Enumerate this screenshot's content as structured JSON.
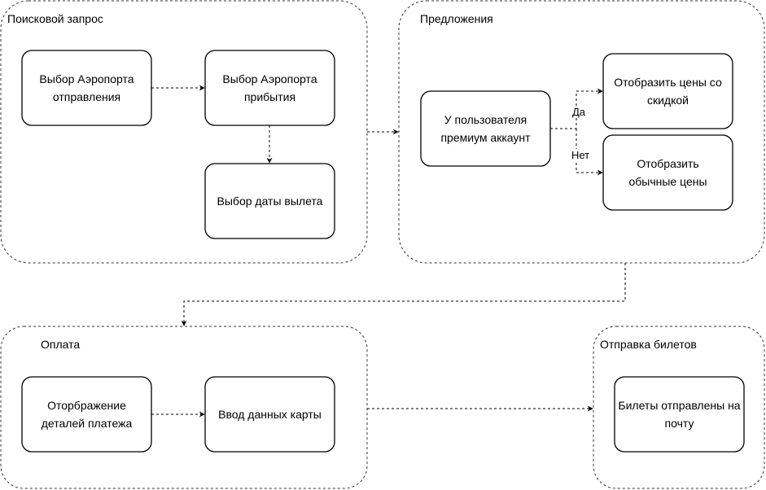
{
  "groups": {
    "search": {
      "title": "Поисковой запрос"
    },
    "offers": {
      "title": "Предложения"
    },
    "payment": {
      "title": "Оплата"
    },
    "delivery": {
      "title": "Отправка билетов"
    }
  },
  "nodes": {
    "departure_airport": "Выбор Аэропорта отправления",
    "arrival_airport": "Выбор Аэропорта прибытия",
    "departure_date": "Выбор даты вылета",
    "premium_check": "У пользователя премиум аккаунт",
    "discount_prices": "Отобразить цены со скидкой",
    "regular_prices": "Отобразить обычные цены",
    "payment_details": "Оторбражение деталей платежа",
    "card_input": "Ввод данных карты",
    "tickets_sent": "Билеты отправлены на почту"
  },
  "edge_labels": {
    "yes": "Да",
    "no": "Нет"
  }
}
